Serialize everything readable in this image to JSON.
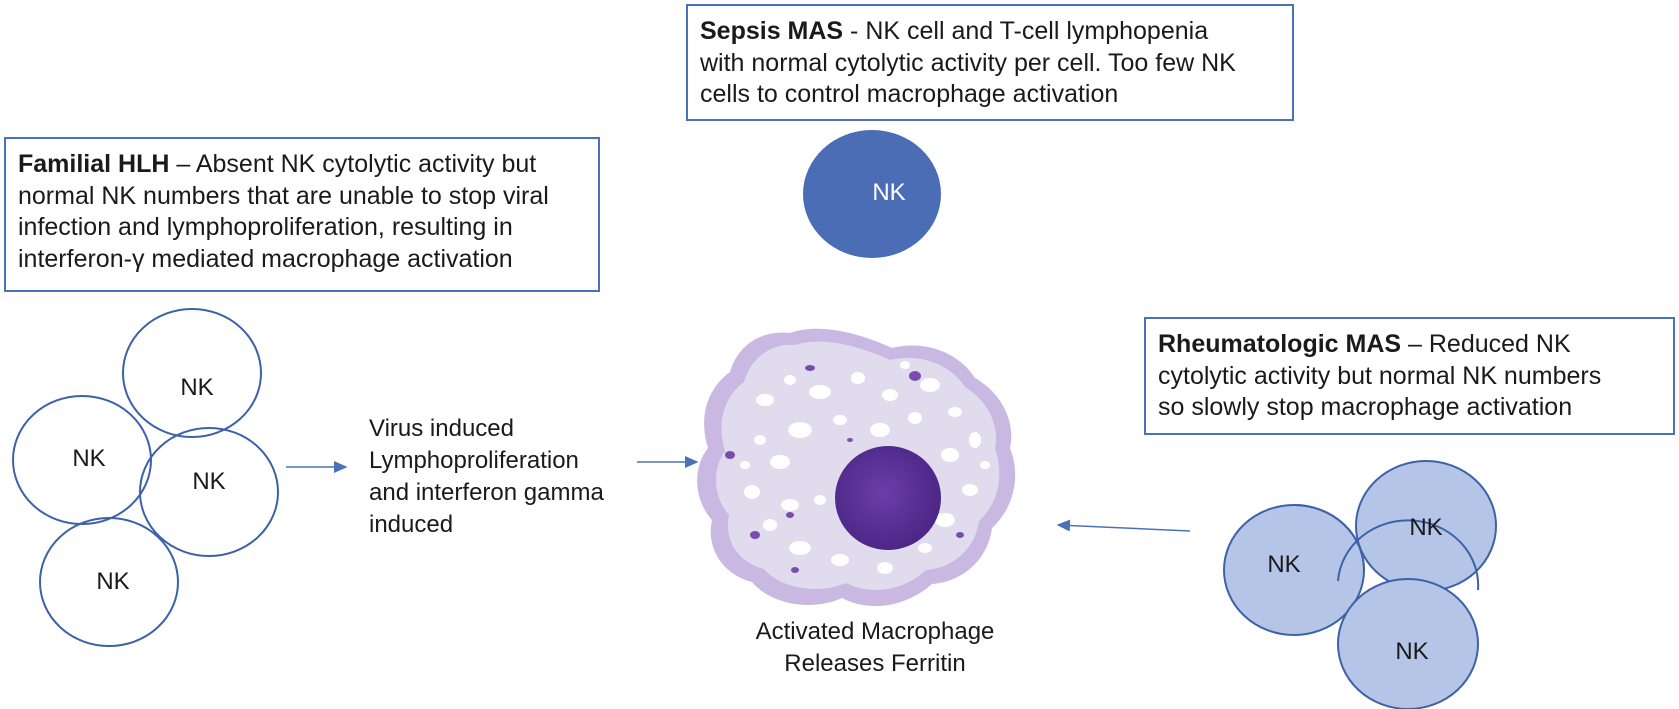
{
  "familial": {
    "title": "Familial HLH",
    "line1": " – Absent NK cytolytic activity but",
    "line2": "normal NK numbers that are unable to stop viral",
    "line3": "infection and lymphoproliferation, resulting in",
    "line4": "interferon-γ mediated macrophage activation",
    "nk_labels": [
      "NK",
      "NK",
      "NK",
      "NK"
    ]
  },
  "sepsis": {
    "title": "Sepsis MAS",
    "line1": " - NK cell and T-cell lymphopenia",
    "line2": "with normal cytolytic activity per cell. Too few NK",
    "line3": "cells to control macrophage activation",
    "nk_label": "NK"
  },
  "rheumatologic": {
    "title": "Rheumatologic MAS",
    "line1": " – Reduced NK",
    "line2": "cytolytic activity but normal NK numbers",
    "line3": "so slowly stop macrophage activation",
    "nk_labels": [
      "NK",
      "NK",
      "NK"
    ]
  },
  "virus": {
    "lines": [
      "Virus induced",
      "Lymphoproliferation",
      "and interferon gamma",
      "induced"
    ]
  },
  "macrophage": {
    "line1": "Activated Macrophage",
    "line2": "Releases Ferritin"
  },
  "colors": {
    "box_border": "#4a72b8",
    "nk_outline": "#3e62a8",
    "sepsis_fill": "#4a6db5",
    "rheum_fill": "#b4c5e7",
    "arrow": "#4a72b8",
    "macrophage_membrane": "#c9b8e2",
    "macrophage_body": "#e1dbee",
    "nucleus": "#56308f"
  }
}
